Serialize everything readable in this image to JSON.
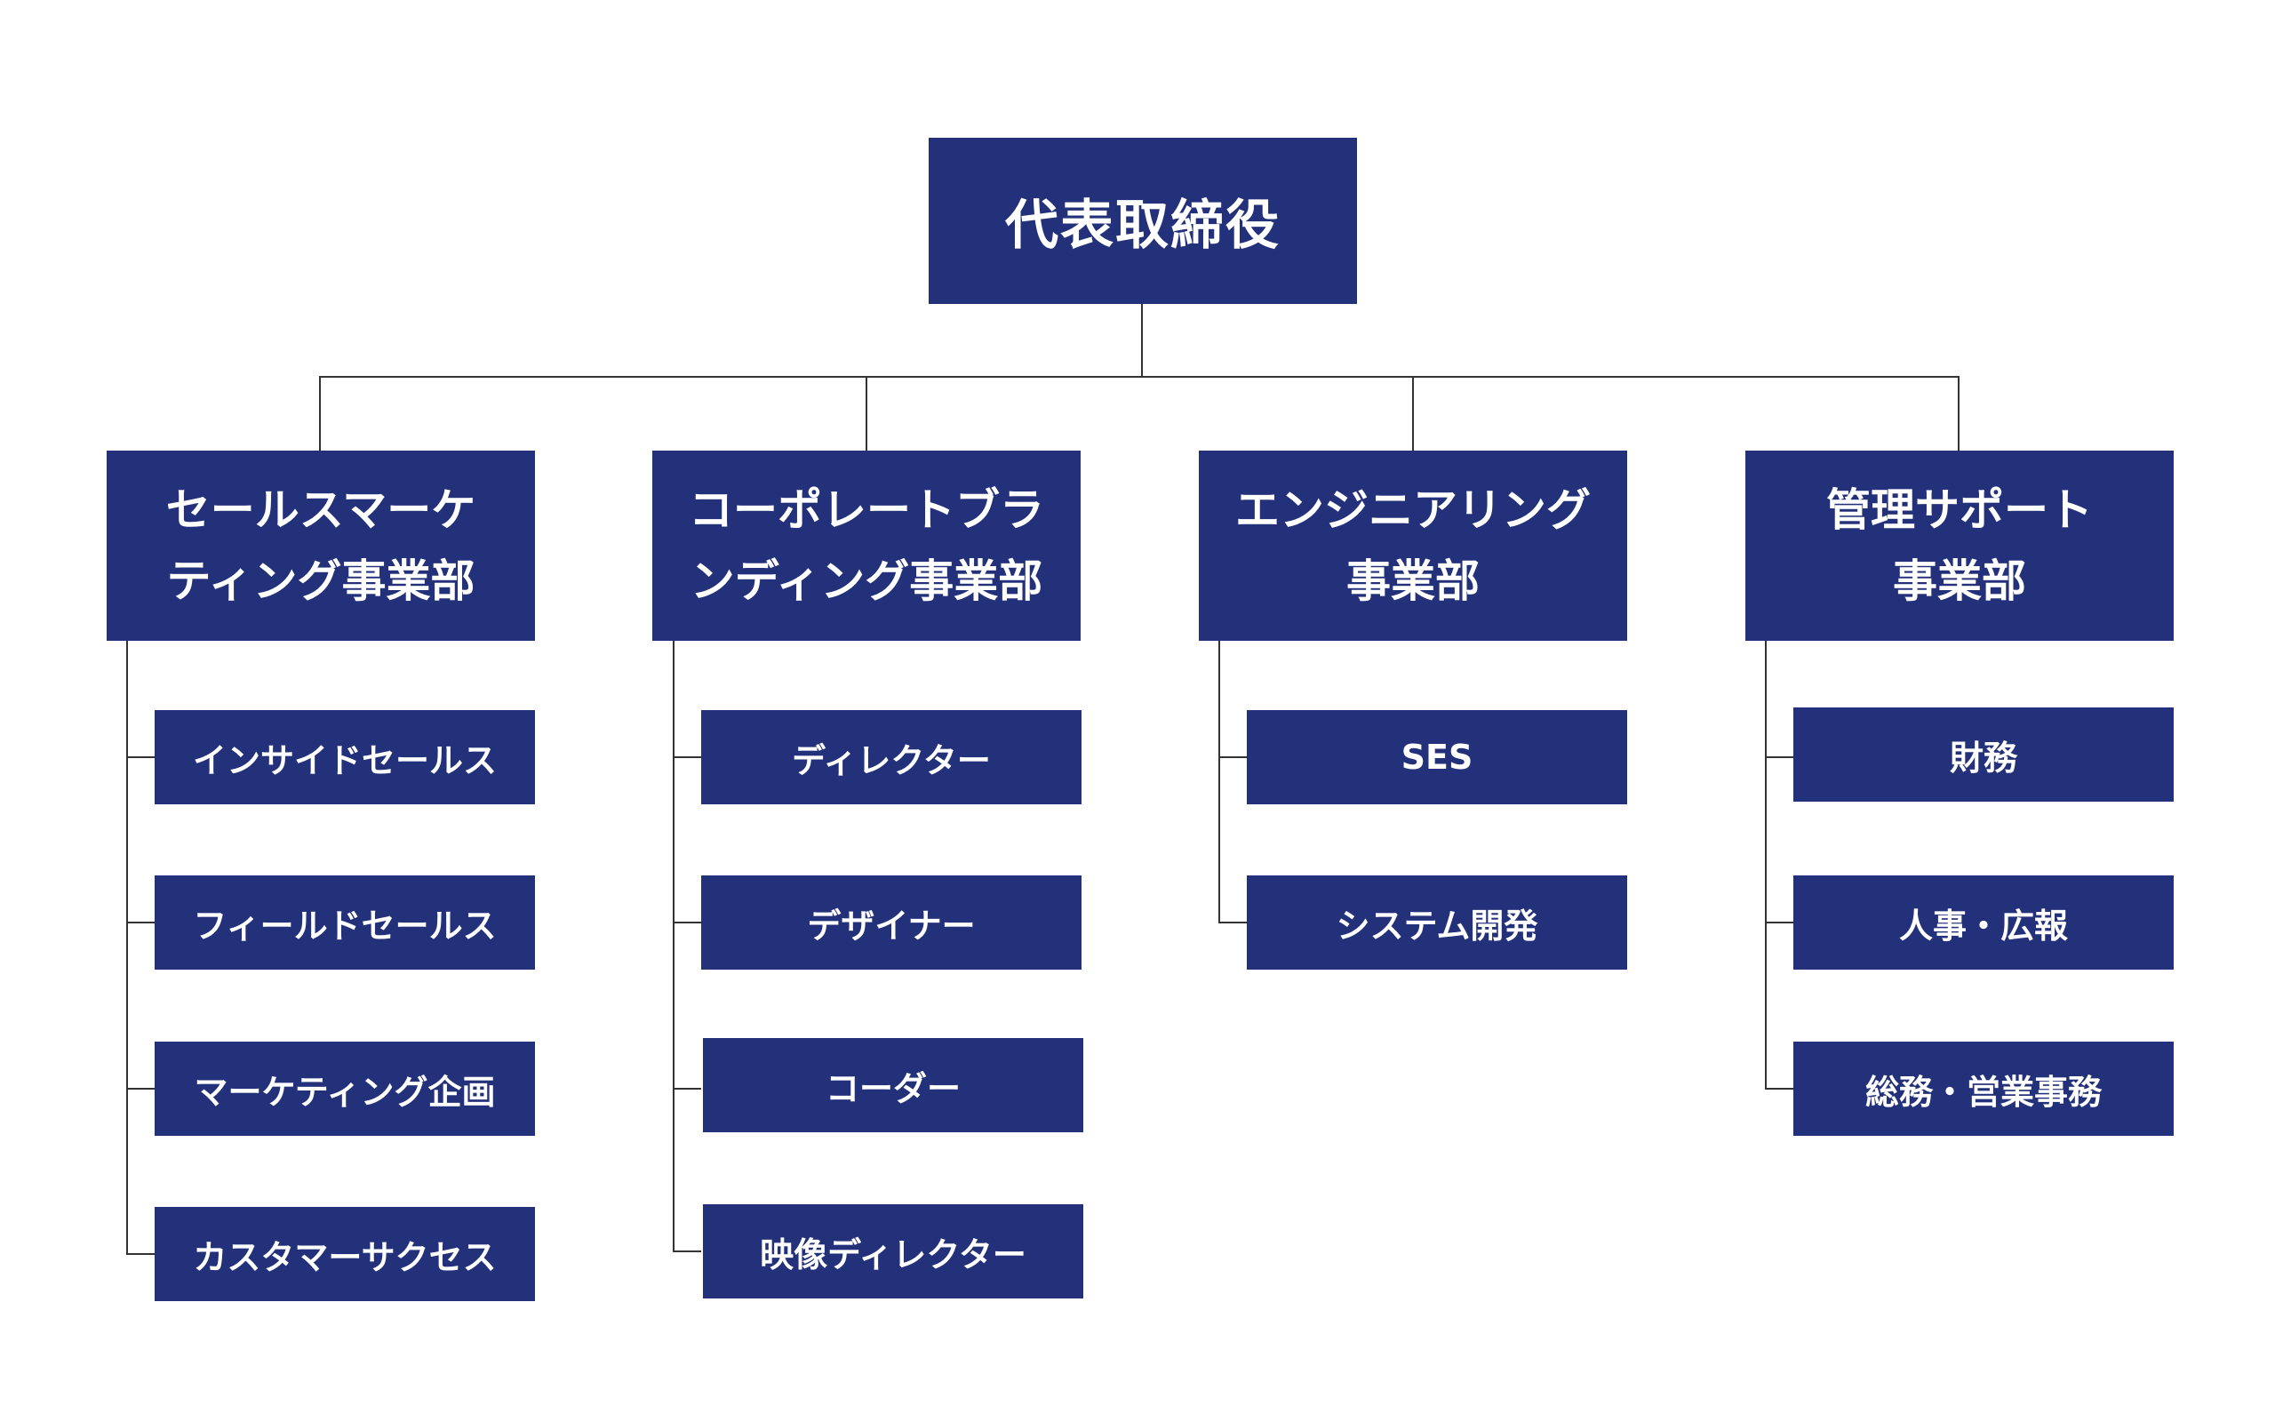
{
  "ceo": {
    "label": "代表取締役"
  },
  "departments": [
    {
      "lines": [
        "セールスマーケ",
        "ティング事業部"
      ],
      "teams": [
        "インサイドセールス",
        "フィールドセールス",
        "マーケティング企画",
        "カスタマーサクセス"
      ]
    },
    {
      "lines": [
        "コーポレートブラ",
        "ンディング事業部"
      ],
      "teams": [
        "ディレクター",
        "デザイナー",
        "コーダー",
        "映像ディレクター"
      ]
    },
    {
      "lines": [
        "エンジニアリング",
        "事業部"
      ],
      "teams": [
        "SES",
        "システム開発"
      ]
    },
    {
      "lines": [
        "管理サポート",
        "事業部"
      ],
      "teams": [
        "財務",
        "人事・広報",
        "総務・営業事務"
      ]
    }
  ],
  "colors": {
    "box_fill": "#23307a",
    "box_text": "#ffffff",
    "connector": "#333333"
  }
}
